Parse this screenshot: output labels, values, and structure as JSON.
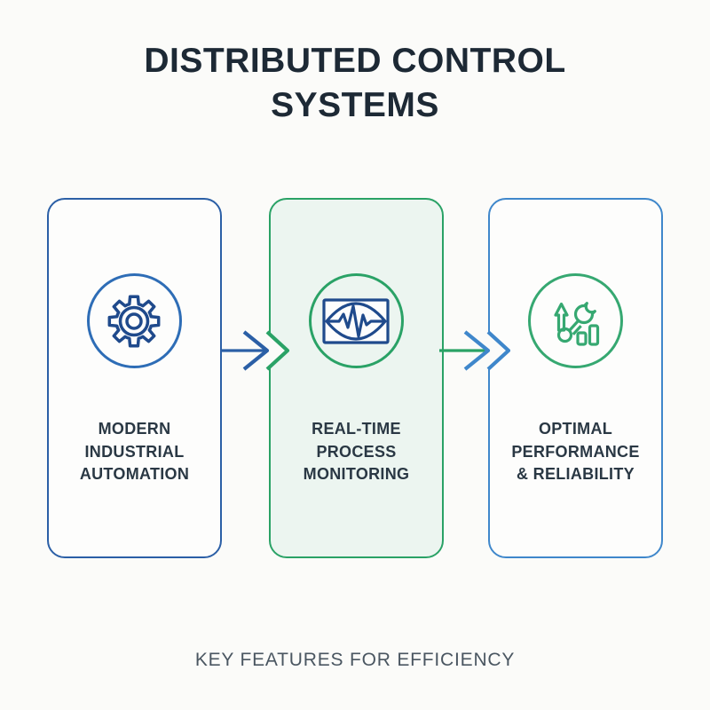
{
  "title": {
    "line1": "DISTRIBUTED CONTROL",
    "line2": "SYSTEMS"
  },
  "subtitle": "KEY FEATURES FOR EFFICIENCY",
  "cards": [
    {
      "id": "modern-industrial-automation",
      "icon": "gear-icon",
      "label_lines": [
        "MODERN",
        "INDUSTRIAL",
        "AUTOMATION"
      ],
      "highlighted": false
    },
    {
      "id": "real-time-process-monitoring",
      "icon": "eye-waveform-icon",
      "label_lines": [
        "REAL-TIME",
        "PROCESS",
        "MONITORING"
      ],
      "highlighted": true
    },
    {
      "id": "optimal-performance-reliability",
      "icon": "wrench-growth-icon",
      "label_lines": [
        "OPTIMAL",
        "PERFORMANCE",
        "& RELIABILITY"
      ],
      "highlighted": false
    }
  ],
  "connectors": [
    {
      "from": "modern-industrial-automation",
      "to": "real-time-process-monitoring",
      "style": "double-chevron-arrow"
    },
    {
      "from": "real-time-process-monitoring",
      "to": "optimal-performance-reliability",
      "style": "double-chevron-arrow"
    }
  ],
  "colors": {
    "background": "#fbfbf9",
    "title_color": "#1d2935",
    "label_color": "#2a3844",
    "subtitle_color": "#4a5661",
    "card1_blue": "#2b5fa6",
    "card3_blue": "#3f87cb",
    "circle1_blue": "#2e6db6",
    "green": "#2aa266",
    "green_fill": "#ecf5f0",
    "icon_navy": "#1f4a8c",
    "icon_green": "#36a871"
  }
}
